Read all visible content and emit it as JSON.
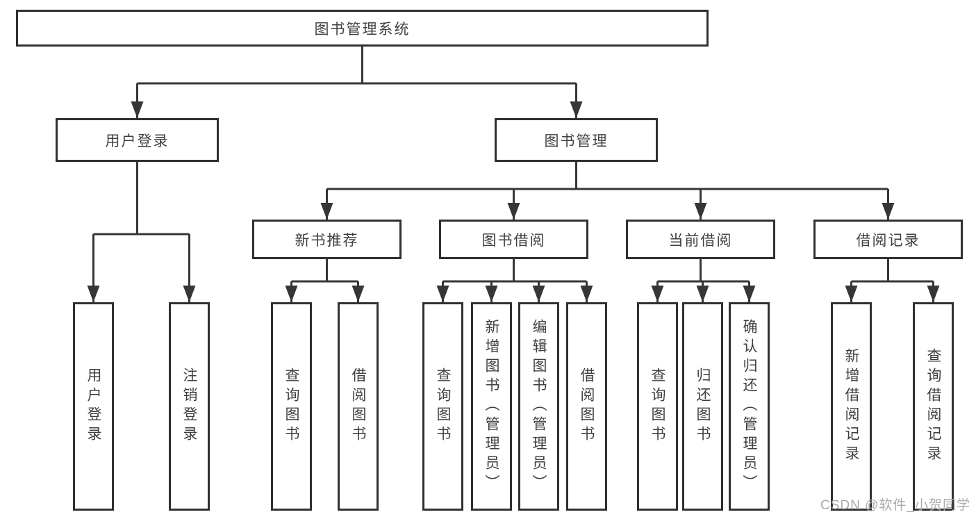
{
  "colors": {
    "bg": "#ffffff",
    "line": "#363636",
    "box_border": "#303030",
    "text": "#3f3f3f",
    "watermark_text": "#aaaaaa"
  },
  "page": {
    "watermark": "CSDN @软件_小贺同学"
  },
  "tree": {
    "root": {
      "label": "图书管理系统"
    },
    "branches": [
      {
        "label": "用户登录",
        "children": [
          {
            "label": "用户登录"
          },
          {
            "label": "注销登录"
          }
        ]
      },
      {
        "label": "图书管理",
        "children": [
          {
            "label": "新书推荐",
            "children": [
              {
                "label": "查询图书"
              },
              {
                "label": "借阅图书"
              }
            ]
          },
          {
            "label": "图书借阅",
            "children": [
              {
                "label": "查询图书"
              },
              {
                "label": "新增图书（管理员）"
              },
              {
                "label": "编辑图书（管理员）"
              },
              {
                "label": "借阅图书"
              }
            ]
          },
          {
            "label": "当前借阅",
            "children": [
              {
                "label": "查询图书"
              },
              {
                "label": "归还图书"
              },
              {
                "label": "确认归还（管理员）"
              }
            ]
          },
          {
            "label": "借阅记录",
            "children": [
              {
                "label": "新增借阅记录"
              },
              {
                "label": "查询借阅记录"
              }
            ]
          }
        ]
      }
    ]
  }
}
